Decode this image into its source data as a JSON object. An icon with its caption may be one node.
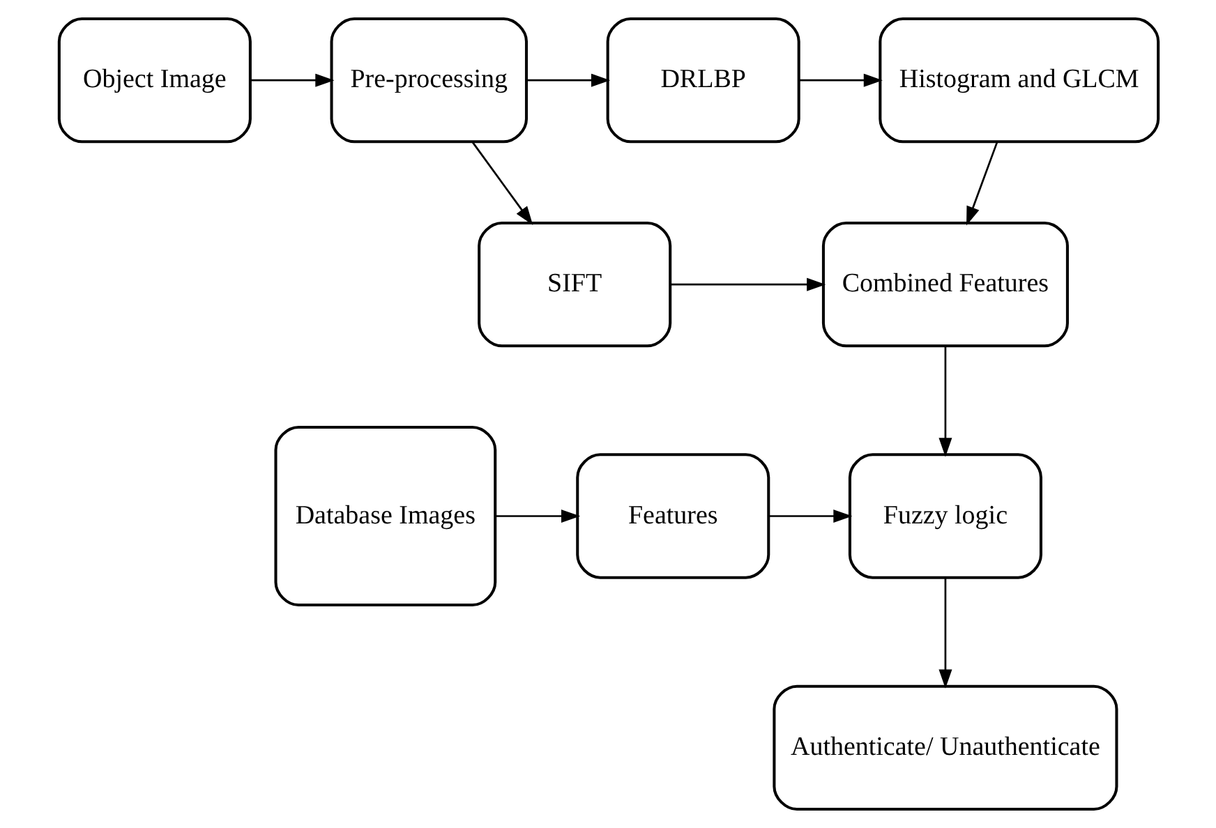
{
  "diagram": {
    "nodes": [
      {
        "text": [
          "Object Image"
        ]
      },
      {
        "text": [
          "Pre-processing"
        ]
      },
      {
        "text": [
          "DRLBP"
        ]
      },
      {
        "text": [
          "Histogram and GLCM"
        ]
      },
      {
        "text": [
          "SIFT"
        ]
      },
      {
        "text": [
          "Combined Features"
        ]
      },
      {
        "text": [
          "Database Images"
        ]
      },
      {
        "text": [
          "Features"
        ]
      },
      {
        "text": [
          "Fuzzy logic"
        ]
      },
      {
        "text": [
          "Authenticate/ Unauthenticate"
        ]
      }
    ],
    "edges": [
      {
        "from": 0,
        "to": 1,
        "arrow": "to"
      },
      {
        "from": 1,
        "to": 2,
        "arrow": "to"
      },
      {
        "from": 2,
        "to": 3,
        "arrow": "to"
      },
      {
        "from": 3,
        "to": 5,
        "arrow": "to"
      },
      {
        "from": 1,
        "to": 4,
        "arrow": "to"
      },
      {
        "from": 4,
        "to": 5,
        "arrow": "to"
      },
      {
        "from": 5,
        "to": 8,
        "arrow": "to"
      },
      {
        "from": 6,
        "to": 7,
        "arrow": "to"
      },
      {
        "from": 7,
        "to": 8,
        "arrow": "to"
      },
      {
        "from": 8,
        "to": 9,
        "arrow": "to"
      }
    ]
  }
}
